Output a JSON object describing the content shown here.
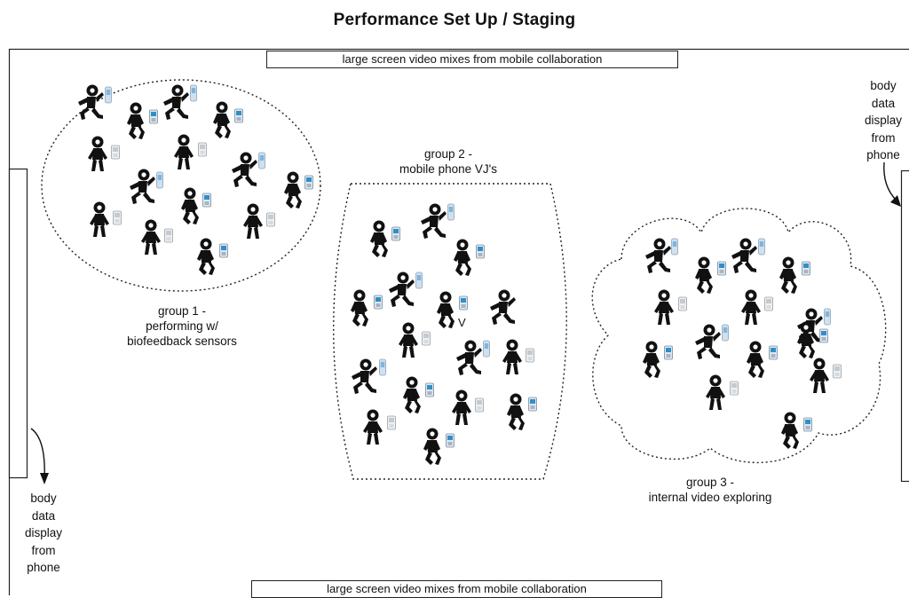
{
  "title": "Performance Set Up / Staging",
  "screens": {
    "top": "large screen video mixes from mobile collaboration",
    "bottom": "large screen video mixes from mobile collaboration"
  },
  "side_displays": {
    "right_lines": [
      "body",
      "data",
      "display",
      "from",
      "phone"
    ],
    "left_lines": [
      "body",
      "data",
      "display",
      "from",
      "phone"
    ]
  },
  "groups": {
    "group1": {
      "line1": "group 1 -",
      "line2": "performing w/",
      "line3": "biofeedback sensors"
    },
    "group2": {
      "line1": "group 2 -",
      "line2": "mobile phone VJ's",
      "marker": "V"
    },
    "group3": {
      "line1": "group 3 -",
      "line2": "internal video exploring"
    }
  }
}
